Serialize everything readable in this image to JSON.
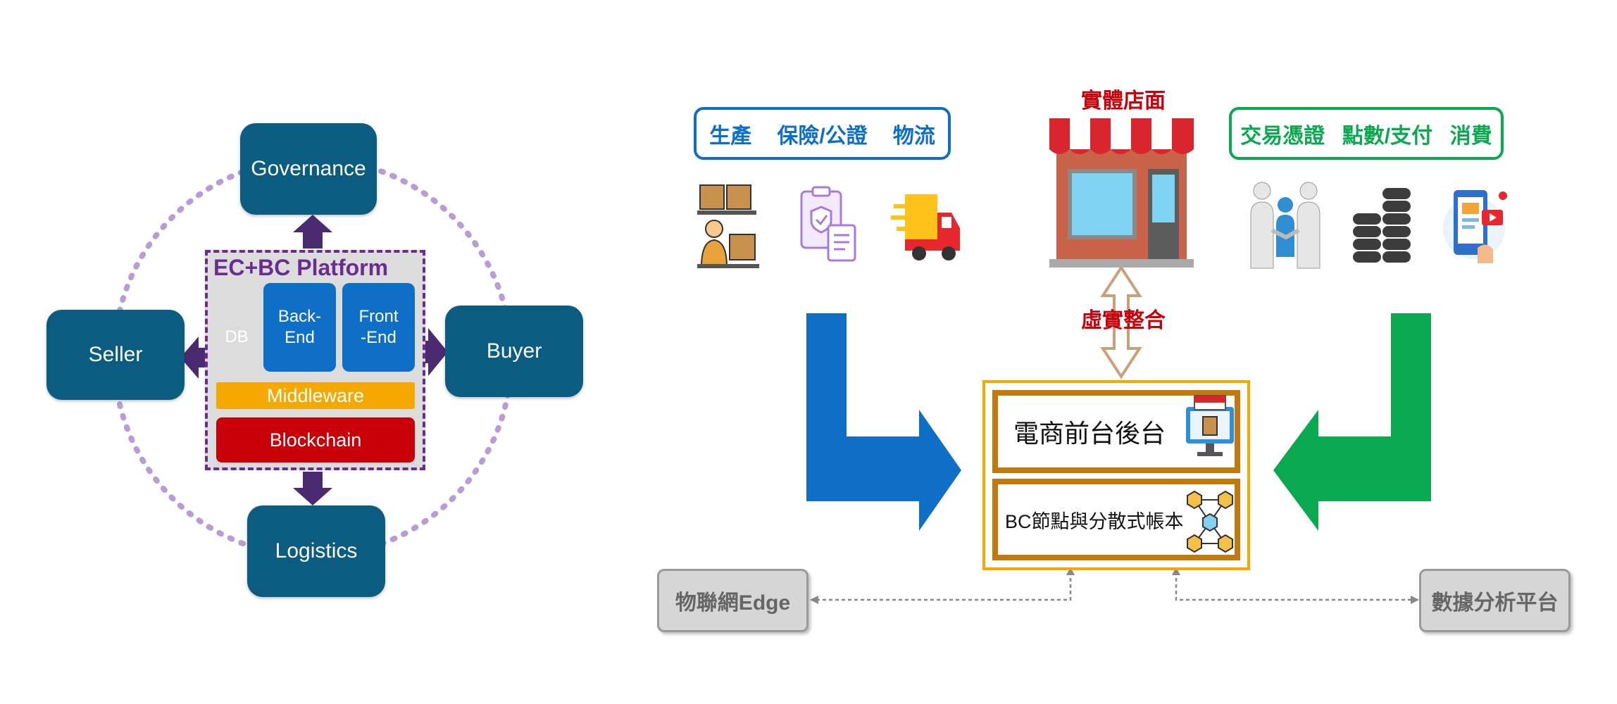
{
  "left_diagram": {
    "nodes": {
      "governance": "Governance",
      "seller": "Seller",
      "buyer": "Buyer",
      "logistics": "Logistics"
    },
    "platform": {
      "title": "EC+BC Platform",
      "db": "DB",
      "backend": "Back-\nEnd",
      "frontend": "Front\n-End",
      "middleware": "Middleware",
      "blockchain": "Blockchain"
    },
    "colors": {
      "node": "#0b5c80",
      "platform_border": "#6a2c91",
      "db": "#92d050",
      "module": "#0f6fc6",
      "middleware": "#f5a800",
      "blockchain": "#c8000a",
      "arrow": "#4b2a72"
    }
  },
  "right_diagram": {
    "left_group": {
      "items": [
        "生產",
        "保險/公證",
        "物流"
      ],
      "icons": [
        "warehouse-worker-icon",
        "insurance-document-icon",
        "delivery-truck-icon"
      ],
      "color": "#0f6fc6"
    },
    "store": {
      "title": "實體店面",
      "icon": "storefront-icon"
    },
    "right_group": {
      "items": [
        "交易憑證",
        "點數/支付",
        "消費"
      ],
      "icons": [
        "handshake-icon",
        "coin-stack-icon",
        "mobile-shopping-icon"
      ],
      "color": "#0aa84f"
    },
    "link_label": "虛實整合",
    "core": {
      "top": "電商前台後台",
      "bottom": "BC節點與分散式帳本",
      "top_icon": "online-shop-monitor-icon",
      "bottom_icon": "blockchain-network-icon"
    },
    "edge_left": "物聯網Edge",
    "edge_right": "數據分析平台"
  }
}
